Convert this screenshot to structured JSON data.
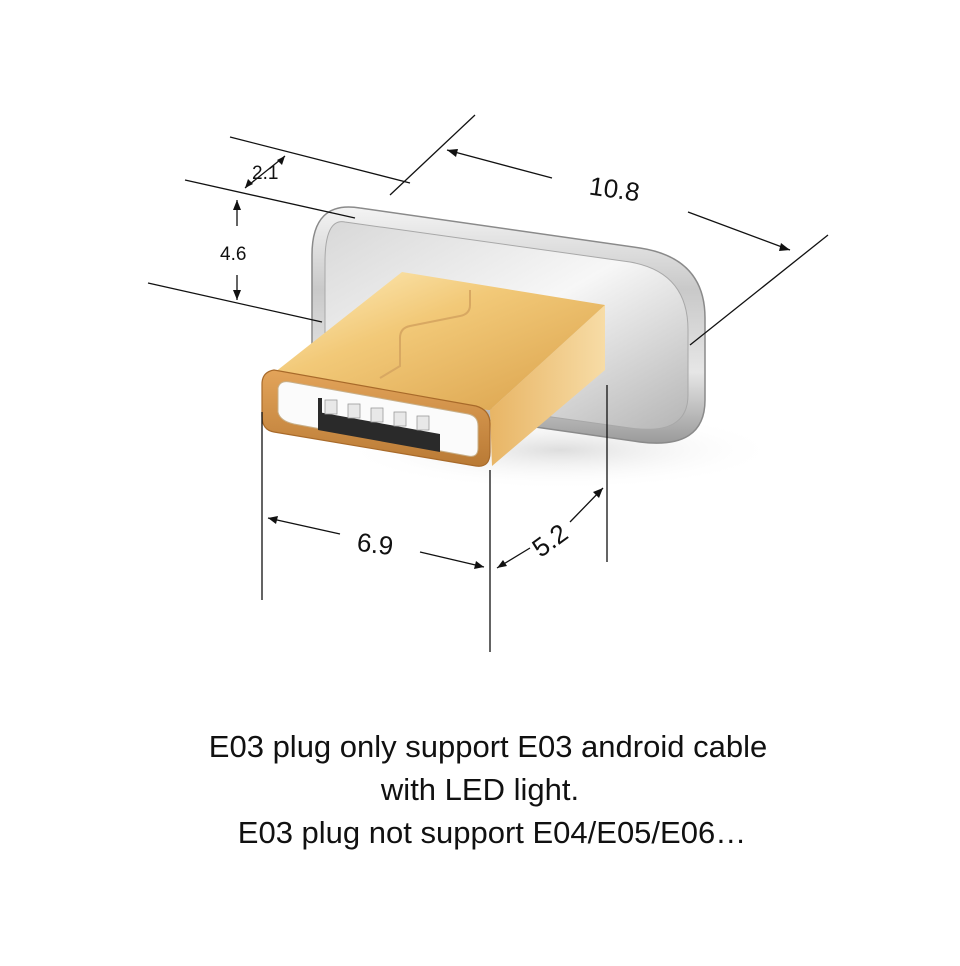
{
  "dimensions": {
    "top_thickness": "2.1",
    "height": "4.6",
    "overall_width": "10.8",
    "plug_width": "6.9",
    "plug_depth": "5.2"
  },
  "caption": {
    "line1": "E03 plug only support E03 android cable",
    "line2": "with LED light.",
    "line3": "E03 plug not support E04/E05/E06…"
  }
}
